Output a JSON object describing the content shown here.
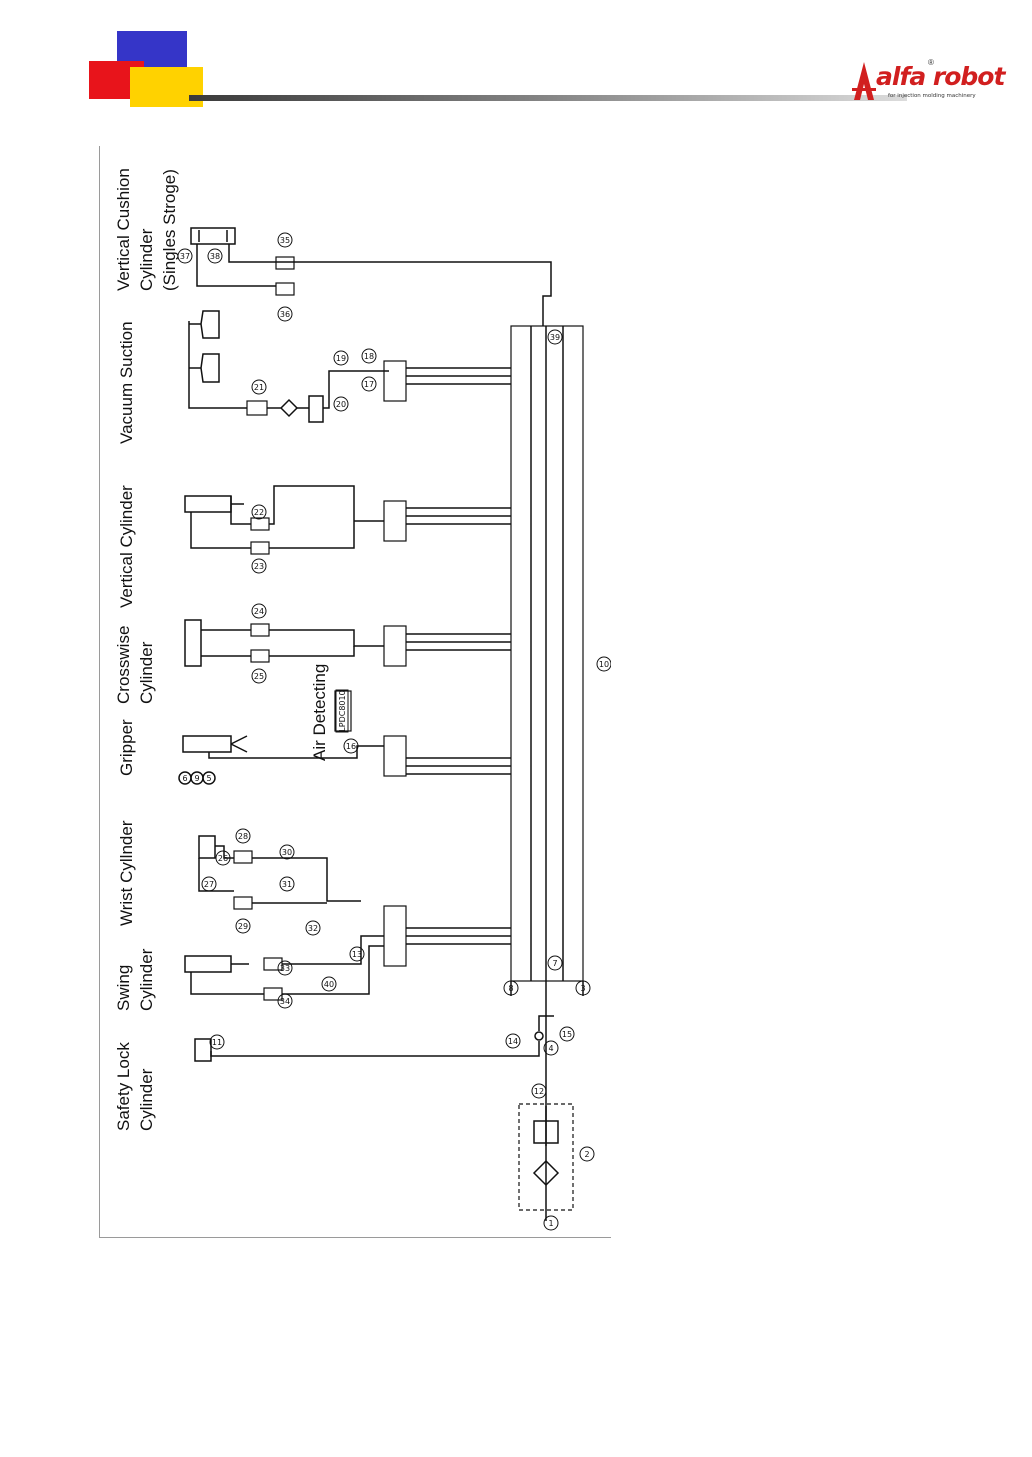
{
  "header": {
    "colors": {
      "blue": "#3535c8",
      "red": "#e8141b",
      "yellow": "#ffd200",
      "rule": "#7a7a7a",
      "logo_red": "#d11f1f"
    },
    "logo": {
      "name": "alfa robot",
      "reg": "®",
      "tagline": "for injection molding machinery"
    }
  },
  "diagram": {
    "labels": {
      "vertical_cushion": [
        "Vertical Cushion",
        "Cylinder",
        "(Singles Stroge)"
      ],
      "vacuum_suction": [
        "Vacuum Suction"
      ],
      "vertical_cylinder": [
        "Vertical Cylinder"
      ],
      "crosswise_cylinder": [
        "Crosswise",
        "Cylinder"
      ],
      "gripper": [
        "Gripper"
      ],
      "wrist_cylinder": [
        "Wrist Cyllnder"
      ],
      "swing_cylinder": [
        "Swing",
        "Cylinder"
      ],
      "safety_lock": [
        "Safety Lock",
        "Cylinder"
      ],
      "air_detecting": "Air Detecting",
      "sensor_tag": "LPDC8010"
    },
    "part_numbers": {
      "p1": "1",
      "p2": "2",
      "p3": "3",
      "p4": "4",
      "p5": "5",
      "p6": "6",
      "p7": "7",
      "p8": "8",
      "p9": "9",
      "p10": "10",
      "p11": "11",
      "p12": "12",
      "p13": "13",
      "p14": "14",
      "p15": "15",
      "p16": "16",
      "p17": "17",
      "p18": "18",
      "p19": "19",
      "p20": "20",
      "p21": "21",
      "p22": "22",
      "p23": "23",
      "p24": "24",
      "p25": "25",
      "p26": "26",
      "p27": "27",
      "p28": "28",
      "p29": "29",
      "p30": "30",
      "p31": "31",
      "p32": "32",
      "p33": "33",
      "p34": "34",
      "p35": "35",
      "p36": "36",
      "p37": "37",
      "p38": "38",
      "p39": "39",
      "p40": "40"
    }
  }
}
